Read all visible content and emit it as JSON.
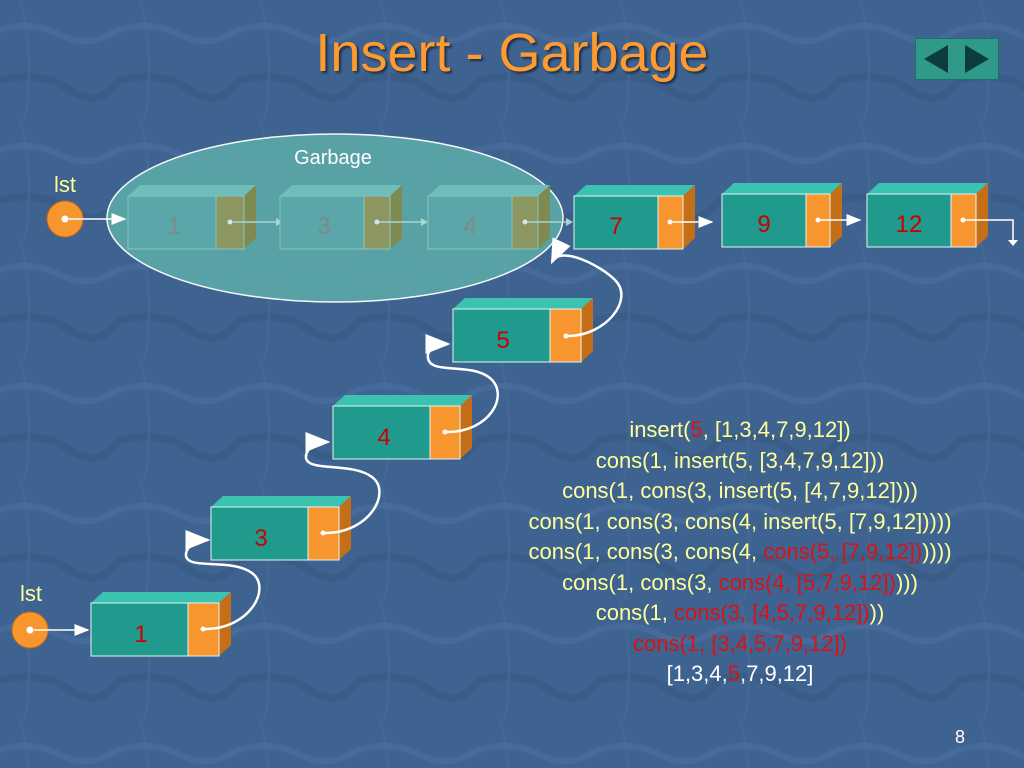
{
  "slide": {
    "title": "Insert - Garbage",
    "page_number": "8",
    "garbage_label": "Garbage",
    "lst_label_top": "lst",
    "lst_label_bottom": "lst"
  },
  "garbage_nodes": [
    {
      "value": "1"
    },
    {
      "value": "3"
    },
    {
      "value": "4"
    }
  ],
  "shared_nodes": [
    {
      "value": "7"
    },
    {
      "value": "9"
    },
    {
      "value": "12"
    }
  ],
  "new_nodes": [
    {
      "value": "1"
    },
    {
      "value": "3"
    },
    {
      "value": "4"
    },
    {
      "value": "5"
    }
  ],
  "trace": {
    "l1": {
      "a": "insert(",
      "b": "5",
      "c": ", [1,3,4,7,9,12])"
    },
    "l2": {
      "a": "cons(1, insert(5, [3,4,7,9,12]))"
    },
    "l3": {
      "a": "cons(1, cons(3, insert(5, [4,7,9,12])))"
    },
    "l4": {
      "a": "cons(1, cons(3, cons(4, insert(5, [7,9,12]))))"
    },
    "l5": {
      "a": "cons(1, cons(3, cons(4, ",
      "b": "cons(5, [7,9,12])",
      "c": "))))"
    },
    "l6": {
      "a": "cons(1, cons(3, ",
      "b": "cons(4, [5,7,9,12",
      "c": "])",
      "d": ")))"
    },
    "l7": {
      "a": "cons(1, ",
      "b": "cons(3, [4,5,7,9,12])",
      "c": "))"
    },
    "l8": {
      "a": "cons(1, [3,4,5,7,9,12])"
    },
    "l9": {
      "a": "[1,3,4,",
      "b": "5",
      "c": ",7,9,12]"
    }
  },
  "colors": {
    "background": "#3f6390",
    "title": "#ff9a2e",
    "node_body": "#1f9a8c",
    "node_pointer": "#f7952e",
    "garbage_fill": "#5aa6a8",
    "trace_text": "#ffff99",
    "trace_highlight": "#dd1111"
  }
}
